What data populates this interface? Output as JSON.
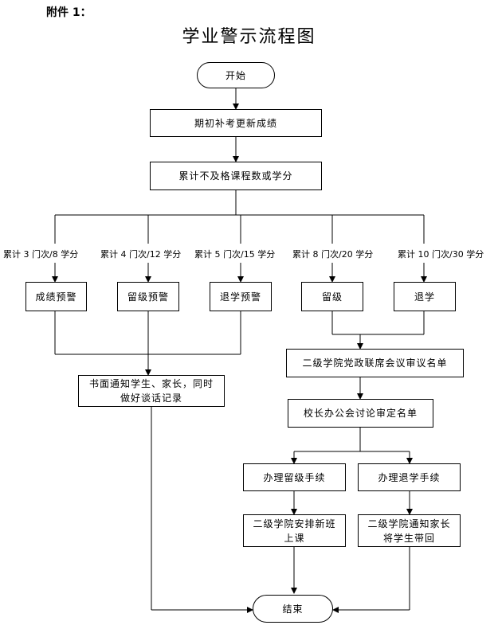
{
  "attachment_label": "附件 1：",
  "title": "学业警示流程图",
  "nodes": {
    "start": "开始",
    "update": "期初补考更新成绩",
    "count": "累计不及格课程数或学分",
    "warn_grade": "成绩预警",
    "warn_retain": "留级预警",
    "warn_withdraw": "退学预警",
    "retain": "留级",
    "withdraw": "退学",
    "notify": "书面通知学生、家长，同时做好谈话记录",
    "college_review": "二级学院党政联席会议审议名单",
    "principal_review": "校长办公会讨论审定名单",
    "proc_retain": "办理留级手续",
    "proc_withdraw": "办理退学手续",
    "arrange_class": "二级学院安排新班上课",
    "notify_parents": "二级学院通知家长将学生带回",
    "end": "结束"
  },
  "branch_labels": {
    "b1": "累计 3 门次/8 学分",
    "b2": "累计 4 门次/12 学分",
    "b3": "累计 5 门次/15 学分",
    "b4": "累计 8 门次/20 学分",
    "b5": "累计 10 门次/30 学分"
  }
}
